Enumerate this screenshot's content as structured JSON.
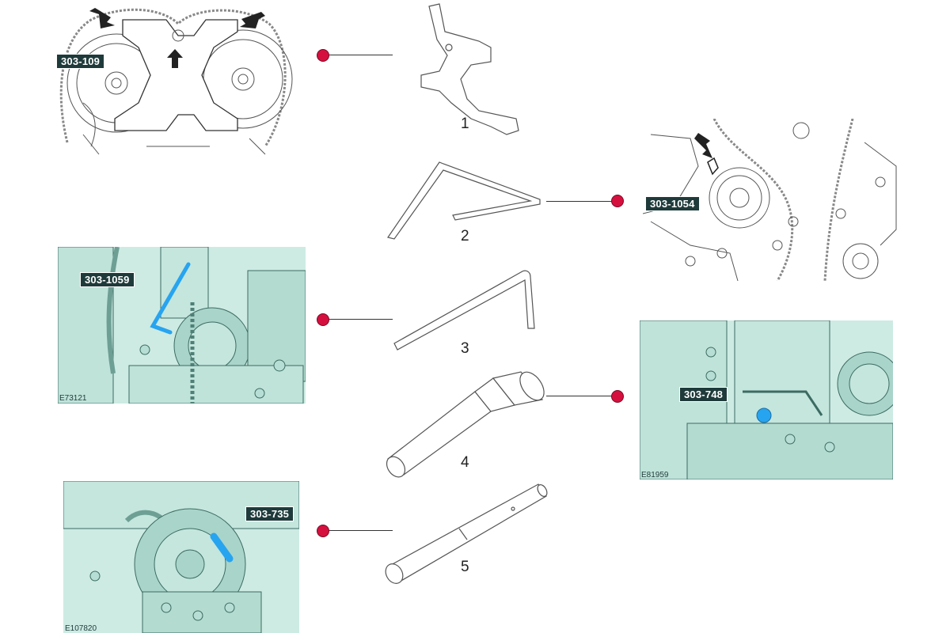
{
  "colors": {
    "marker": "#d5103f",
    "render_bg": "#cdebe3",
    "render_line": "#3c6b62",
    "tool_highlight": "#27a4f0",
    "tag_bg": "#1f3a3a"
  },
  "panels": {
    "p1": {
      "tool_code": "303-109"
    },
    "p2": {
      "tool_code": "303-1054"
    },
    "p3": {
      "tool_code": "303-1059",
      "ref": "E73121"
    },
    "p4": {
      "tool_code": "303-748",
      "ref": "E81959"
    },
    "p5": {
      "tool_code": "303-735",
      "ref": "E107820"
    }
  },
  "tools": [
    {
      "number": "1"
    },
    {
      "number": "2"
    },
    {
      "number": "3"
    },
    {
      "number": "4"
    },
    {
      "number": "5"
    }
  ]
}
